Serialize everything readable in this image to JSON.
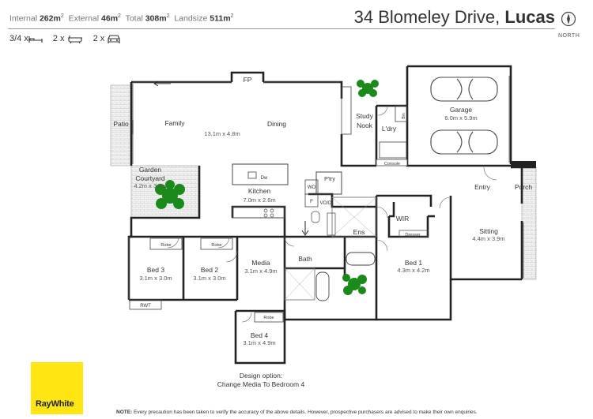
{
  "header": {
    "internal_label": "Internal",
    "internal_value": "262m",
    "external_label": "External",
    "external_value": "46m",
    "total_label": "Total",
    "total_value": "308m",
    "landsize_label": "Landsize",
    "landsize_value": "511m",
    "unit_sup": "2"
  },
  "title": {
    "street": "34 Blomeley Drive, ",
    "suburb": "Lucas"
  },
  "counts": {
    "beds": "3/4 x",
    "baths": "2 x",
    "cars": "2 x"
  },
  "compass": {
    "label": "NORTH"
  },
  "rooms": {
    "fp": "FP",
    "patio": "Patio",
    "family": "Family",
    "dining": "Dining",
    "main_dim": "13.1m x 4.8m",
    "study": "Study",
    "nook": "Nook",
    "ldry": "L'dry",
    "bin": "Bin",
    "console": "Console",
    "garage": "Garage",
    "garage_dim": "6.0m x 5.9m",
    "garden1": "Garden",
    "garden2": "Courtyard",
    "garden_dim": "4.2m x 3.0m",
    "dw": "Dw",
    "ptry": "P'try",
    "wo": "WO",
    "kitchen": "Kitchen",
    "kitchen_dim": "7.0m x 2.6m",
    "f": "F",
    "vo_d": "VO/D",
    "entry": "Entry",
    "porch": "Porch",
    "wir": "WIR",
    "ens": "Ens",
    "dresser": "Dresser",
    "sitting": "Sitting",
    "sitting_dim": "4.4m x 3.9m",
    "robe": "Robe",
    "bed3": "Bed 3",
    "bed3_dim": "3.1m x 3.0m",
    "bed2": "Bed 2",
    "bed2_dim": "3.1m x 3.0m",
    "media": "Media",
    "media_dim": "3.1m x 4.9m",
    "bath": "Bath",
    "bed1": "Bed 1",
    "bed1_dim": "4.3m x 4.2m",
    "rwt": "RWT",
    "bed4": "Bed 4",
    "bed4_dim": "3.1m x 4.9m",
    "option1": "Design option:",
    "option2": "Change Media To Bedroom 4"
  },
  "brand": {
    "logo_text": "RayWhite",
    "logo_color": "#ffe512"
  },
  "footer": {
    "note_label": "NOTE:",
    "note_text": " Every precaution has been taken to verify the accuracy of the above details. However, prospective purchasers are advised to make their own enquiries."
  }
}
